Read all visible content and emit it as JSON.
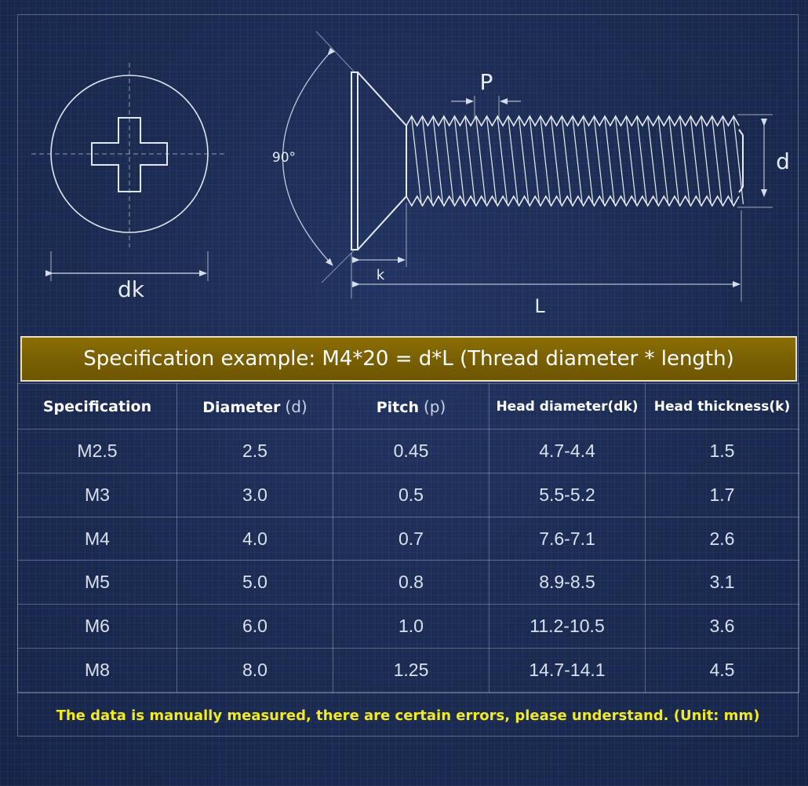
{
  "diagram": {
    "labels": {
      "head_diameter": "dk",
      "angle": "90°",
      "pitch": "P",
      "thread_diameter": "d",
      "head_thickness": "k",
      "length": "L"
    }
  },
  "banner": {
    "text": "Specification example: M4*20 = d*L (Thread diameter * length)"
  },
  "table": {
    "headers": {
      "specification": "Specification",
      "diameter": "Diameter",
      "diameter_unit": "(d)",
      "pitch": "Pitch",
      "pitch_unit": "(p)",
      "head_diameter": "Head diameter(dk)",
      "head_thickness": "Head thickness(k)"
    },
    "rows": [
      [
        "M2.5",
        "2.5",
        "0.45",
        "4.7-4.4",
        "1.5"
      ],
      [
        "M3",
        "3.0",
        "0.5",
        "5.5-5.2",
        "1.7"
      ],
      [
        "M4",
        "4.0",
        "0.7",
        "7.6-7.1",
        "2.6"
      ],
      [
        "M5",
        "5.0",
        "0.8",
        "8.9-8.5",
        "3.1"
      ],
      [
        "M6",
        "6.0",
        "1.0",
        "11.2-10.5",
        "3.6"
      ],
      [
        "M8",
        "8.0",
        "1.25",
        "14.7-14.1",
        "4.5"
      ]
    ]
  },
  "note": "The data is manually measured, there are certain errors, please understand. (Unit: mm)"
}
